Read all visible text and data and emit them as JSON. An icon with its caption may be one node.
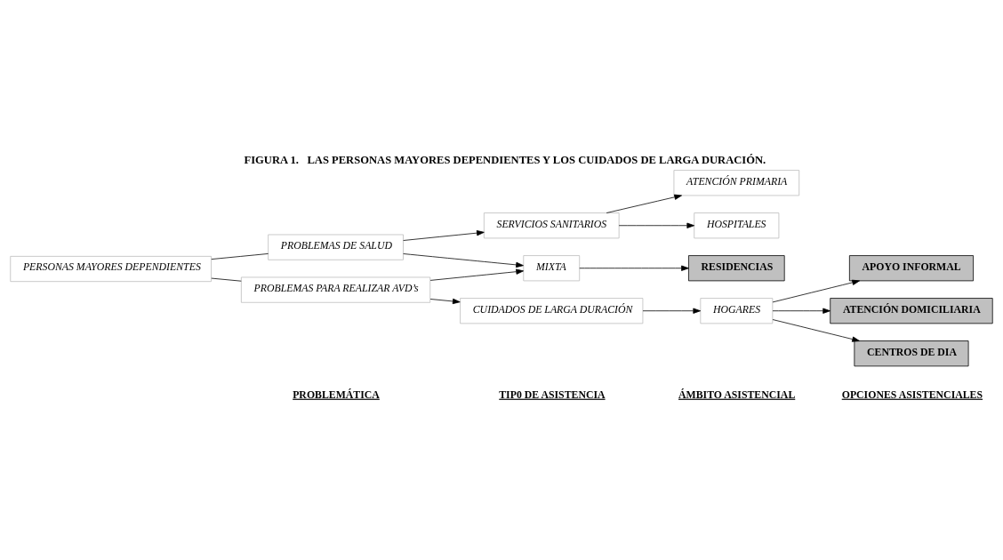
{
  "diagram": {
    "title": "FIGURA 1.   LAS PERSONAS MAYORES DEPENDIENTES Y LOS CUIDADOS DE LARGA DURACIÓN.",
    "nodes": [
      {
        "text": [
          "PERSONAS MAYORES DEPENDIENTES"
        ]
      },
      {
        "text": [
          "PROBLEMAS DE SALUD"
        ]
      },
      {
        "text": [
          "SERVICIOS SANITARIOS"
        ]
      },
      {
        "text": [
          "ATENCIÓN PRIMARIA"
        ]
      },
      {
        "text": [
          "HOSPITALES"
        ]
      },
      {
        "text": [
          "MIXTA"
        ]
      },
      {
        "text": [
          "RESIDENCIAS"
        ]
      },
      {
        "text": [
          "PROBLEMAS PARA REALIZAR AVD’s"
        ]
      },
      {
        "text": [
          "CUIDADOS DE LARGA DURACIÓN"
        ]
      },
      {
        "text": [
          "HOGARES"
        ]
      },
      {
        "text": [
          "APOYO INFORMAL"
        ]
      },
      {
        "text": [
          "ATENCIÓN DOMICILIARIA"
        ]
      },
      {
        "text": [
          "CENTROS DE DIA"
        ]
      }
    ],
    "edges": [
      {
        "from": 0,
        "to": 1,
        "arrow": "none"
      },
      {
        "from": 0,
        "to": 7,
        "arrow": "none"
      },
      {
        "from": 1,
        "to": 2,
        "arrow": "to"
      },
      {
        "from": 2,
        "to": 3,
        "arrow": "to"
      },
      {
        "from": 2,
        "to": 4,
        "arrow": "to"
      },
      {
        "from": 1,
        "to": 5,
        "arrow": "to"
      },
      {
        "from": 7,
        "to": 5,
        "arrow": "to"
      },
      {
        "from": 5,
        "to": 6,
        "arrow": "to"
      },
      {
        "from": 7,
        "to": 8,
        "arrow": "to"
      },
      {
        "from": 8,
        "to": 9,
        "arrow": "to"
      },
      {
        "from": 9,
        "to": 10,
        "arrow": "to"
      },
      {
        "from": 9,
        "to": 11,
        "arrow": "to"
      },
      {
        "from": 9,
        "to": 12,
        "arrow": "to"
      }
    ],
    "labels": [
      "PROBLEMÁTICA",
      "TIP0 DE ASISTENCIA",
      "ÁMBITO ASISTENCIAL",
      "OPCIONES ASISTENCIALES"
    ]
  }
}
